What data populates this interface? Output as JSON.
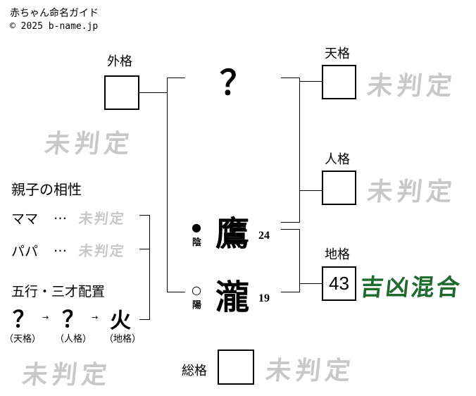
{
  "header": {
    "title": "赤ちゃん命名ガイド",
    "copyright": "© 2025 b-name.jp"
  },
  "grid": {
    "gaikaku": {
      "label": "外格",
      "value": "",
      "verdict": "未判定"
    },
    "tenkaku": {
      "label": "天格",
      "value": "",
      "verdict": "未判定"
    },
    "jinkaku": {
      "label": "人格",
      "value": "",
      "verdict": "未判定"
    },
    "chikaku": {
      "label": "地格",
      "value": "43",
      "verdict": "吉凶混合",
      "verdict_color": "#1e6b2e"
    },
    "soukaku": {
      "label": "総格",
      "value": "",
      "verdict": "未判定"
    }
  },
  "name": {
    "surname_placeholder": "？",
    "chars": [
      {
        "char": "鷹",
        "strokes": "24",
        "polarity_mark": "●",
        "polarity": "陰"
      },
      {
        "char": "瀧",
        "strokes": "19",
        "polarity_mark": "○",
        "polarity": "陽"
      }
    ]
  },
  "compatibility": {
    "title": "親子の相性",
    "mama": {
      "label": "ママ",
      "dots": "…",
      "verdict": "未判定"
    },
    "papa": {
      "label": "パパ",
      "dots": "…",
      "verdict": "未判定"
    }
  },
  "gogyo": {
    "title": "五行・三才配置",
    "items": [
      {
        "symbol": "？",
        "label": "（天格）"
      },
      {
        "symbol": "？",
        "label": "（人格）"
      },
      {
        "symbol": "火",
        "label": "（地格）"
      }
    ],
    "arrow": "→",
    "verdict": "未判定"
  }
}
